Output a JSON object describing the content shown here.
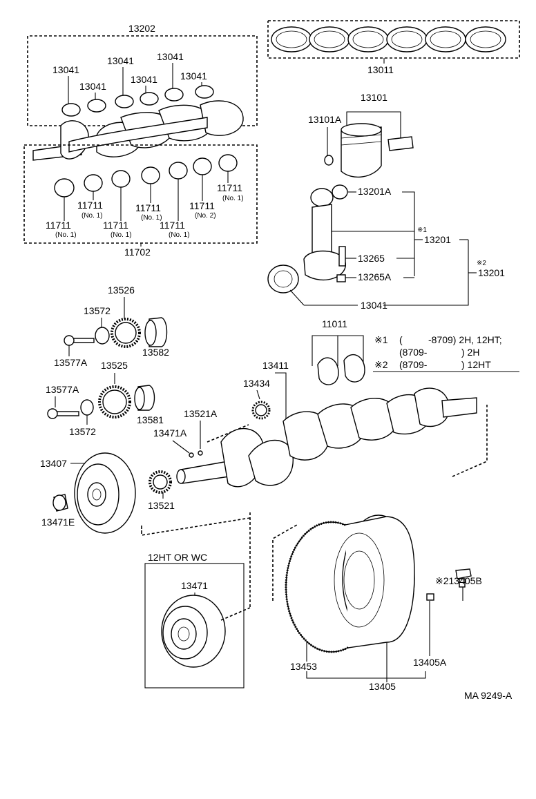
{
  "labels": {
    "p13202": "13202",
    "p13041_a": "13041",
    "p13041_b": "13041",
    "p13041_c": "13041",
    "p13041_d": "13041",
    "p13041_e": "13041",
    "p13041_f": "13041",
    "p11702": "11702",
    "p11711_a": "11711",
    "p11711_a_note": "(No. 1)",
    "p11711_b": "11711",
    "p11711_b_note": "(No. 1)",
    "p11711_c": "11711",
    "p11711_c_note": "(No. 2)",
    "p11711_d": "11711",
    "p11711_d_note": "(No. 1)",
    "p11711_e": "11711",
    "p11711_e_note": "(No. 1)",
    "p11711_f": "11711",
    "p11711_f_note": "(No. 1)",
    "p11711_g": "11711",
    "p11711_g_note": "(No. 1)",
    "p13011": "13011",
    "p13101": "13101",
    "p13101A": "13101A",
    "p13201A": "13201A",
    "p13201_mark": "※1",
    "p13201_a": "13201",
    "p13201_b_mark": "※2",
    "p13201_b": "13201",
    "p13265": "13265",
    "p13265A": "13265A",
    "p13041_rod": "13041",
    "p13526": "13526",
    "p13572_a": "13572",
    "p13582": "13582",
    "p13577A_a": "13577A",
    "p13525": "13525",
    "p13577A_b": "13577A",
    "p13581": "13581",
    "p13572_b": "13572",
    "p13521A": "13521A",
    "p13471A": "13471A",
    "p13434": "13434",
    "p13411": "13411",
    "p11011": "11011",
    "p13407": "13407",
    "p13521": "13521",
    "p13471E": "13471E",
    "p12ht_wc": "12HT OR WC",
    "p13471": "13471",
    "p13405B": "※213405B",
    "p13453": "13453",
    "p13405A": "13405A",
    "p13405": "13405",
    "drawing_no": "MA 9249-A"
  },
  "notes": {
    "n1_mark": "※1",
    "n1_a": "(",
    "n1_b": "-8709) 2H, 12HT;",
    "n1_c": "(8709-",
    "n1_d": ") 2H",
    "n2_mark": "※2",
    "n2_a": "(8709-",
    "n2_b": ") 12HT"
  }
}
